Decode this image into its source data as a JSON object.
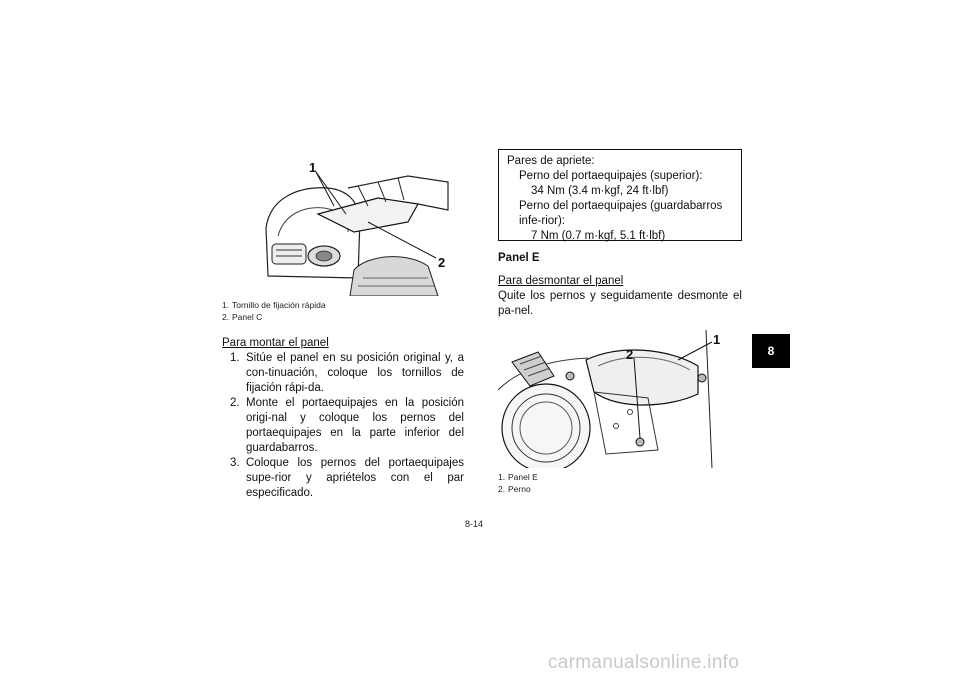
{
  "left": {
    "figure_callouts": [
      "1",
      "2"
    ],
    "figure_caption": [
      {
        "num": "1.",
        "text": "Tornillo de fijación rápida"
      },
      {
        "num": "2.",
        "text": "Panel C"
      }
    ],
    "heading": "Para montar el panel",
    "steps": [
      {
        "num": "1.",
        "text": "Sitúe el panel en su posición original y, a con-tinuación, coloque los tornillos de fijación rápi-da."
      },
      {
        "num": "2.",
        "text": "Monte el portaequipajes en la posición origi-nal y coloque los pernos del portaequipajes en la parte inferior del guardabarros."
      },
      {
        "num": "3.",
        "text": "Coloque los pernos del portaequipajes supe-rior y apriételos con el par especificado."
      }
    ]
  },
  "right": {
    "torque_box": {
      "title": "Pares de apriete:",
      "item1_label": "Perno del portaequipajes (superior):",
      "item1_value": "34 Nm (3.4 m·kgf, 24 ft·lbf)",
      "item2_label": "Perno del portaequipajes (guardabarros infe-rior):",
      "item2_value": "7 Nm (0.7 m·kgf, 5.1 ft·lbf)"
    },
    "section_title": "Panel E",
    "subheading": "Para desmontar el panel",
    "paragraph": "Quite los pernos y seguidamente desmonte el pa-nel.",
    "figure_callouts": [
      "1",
      "2"
    ],
    "figure_caption": [
      {
        "num": "1.",
        "text": "Panel E"
      },
      {
        "num": "2.",
        "text": "Perno"
      }
    ]
  },
  "chapter_tab": "8",
  "page_number": "8-14",
  "watermark": "carmanualsonline.info"
}
